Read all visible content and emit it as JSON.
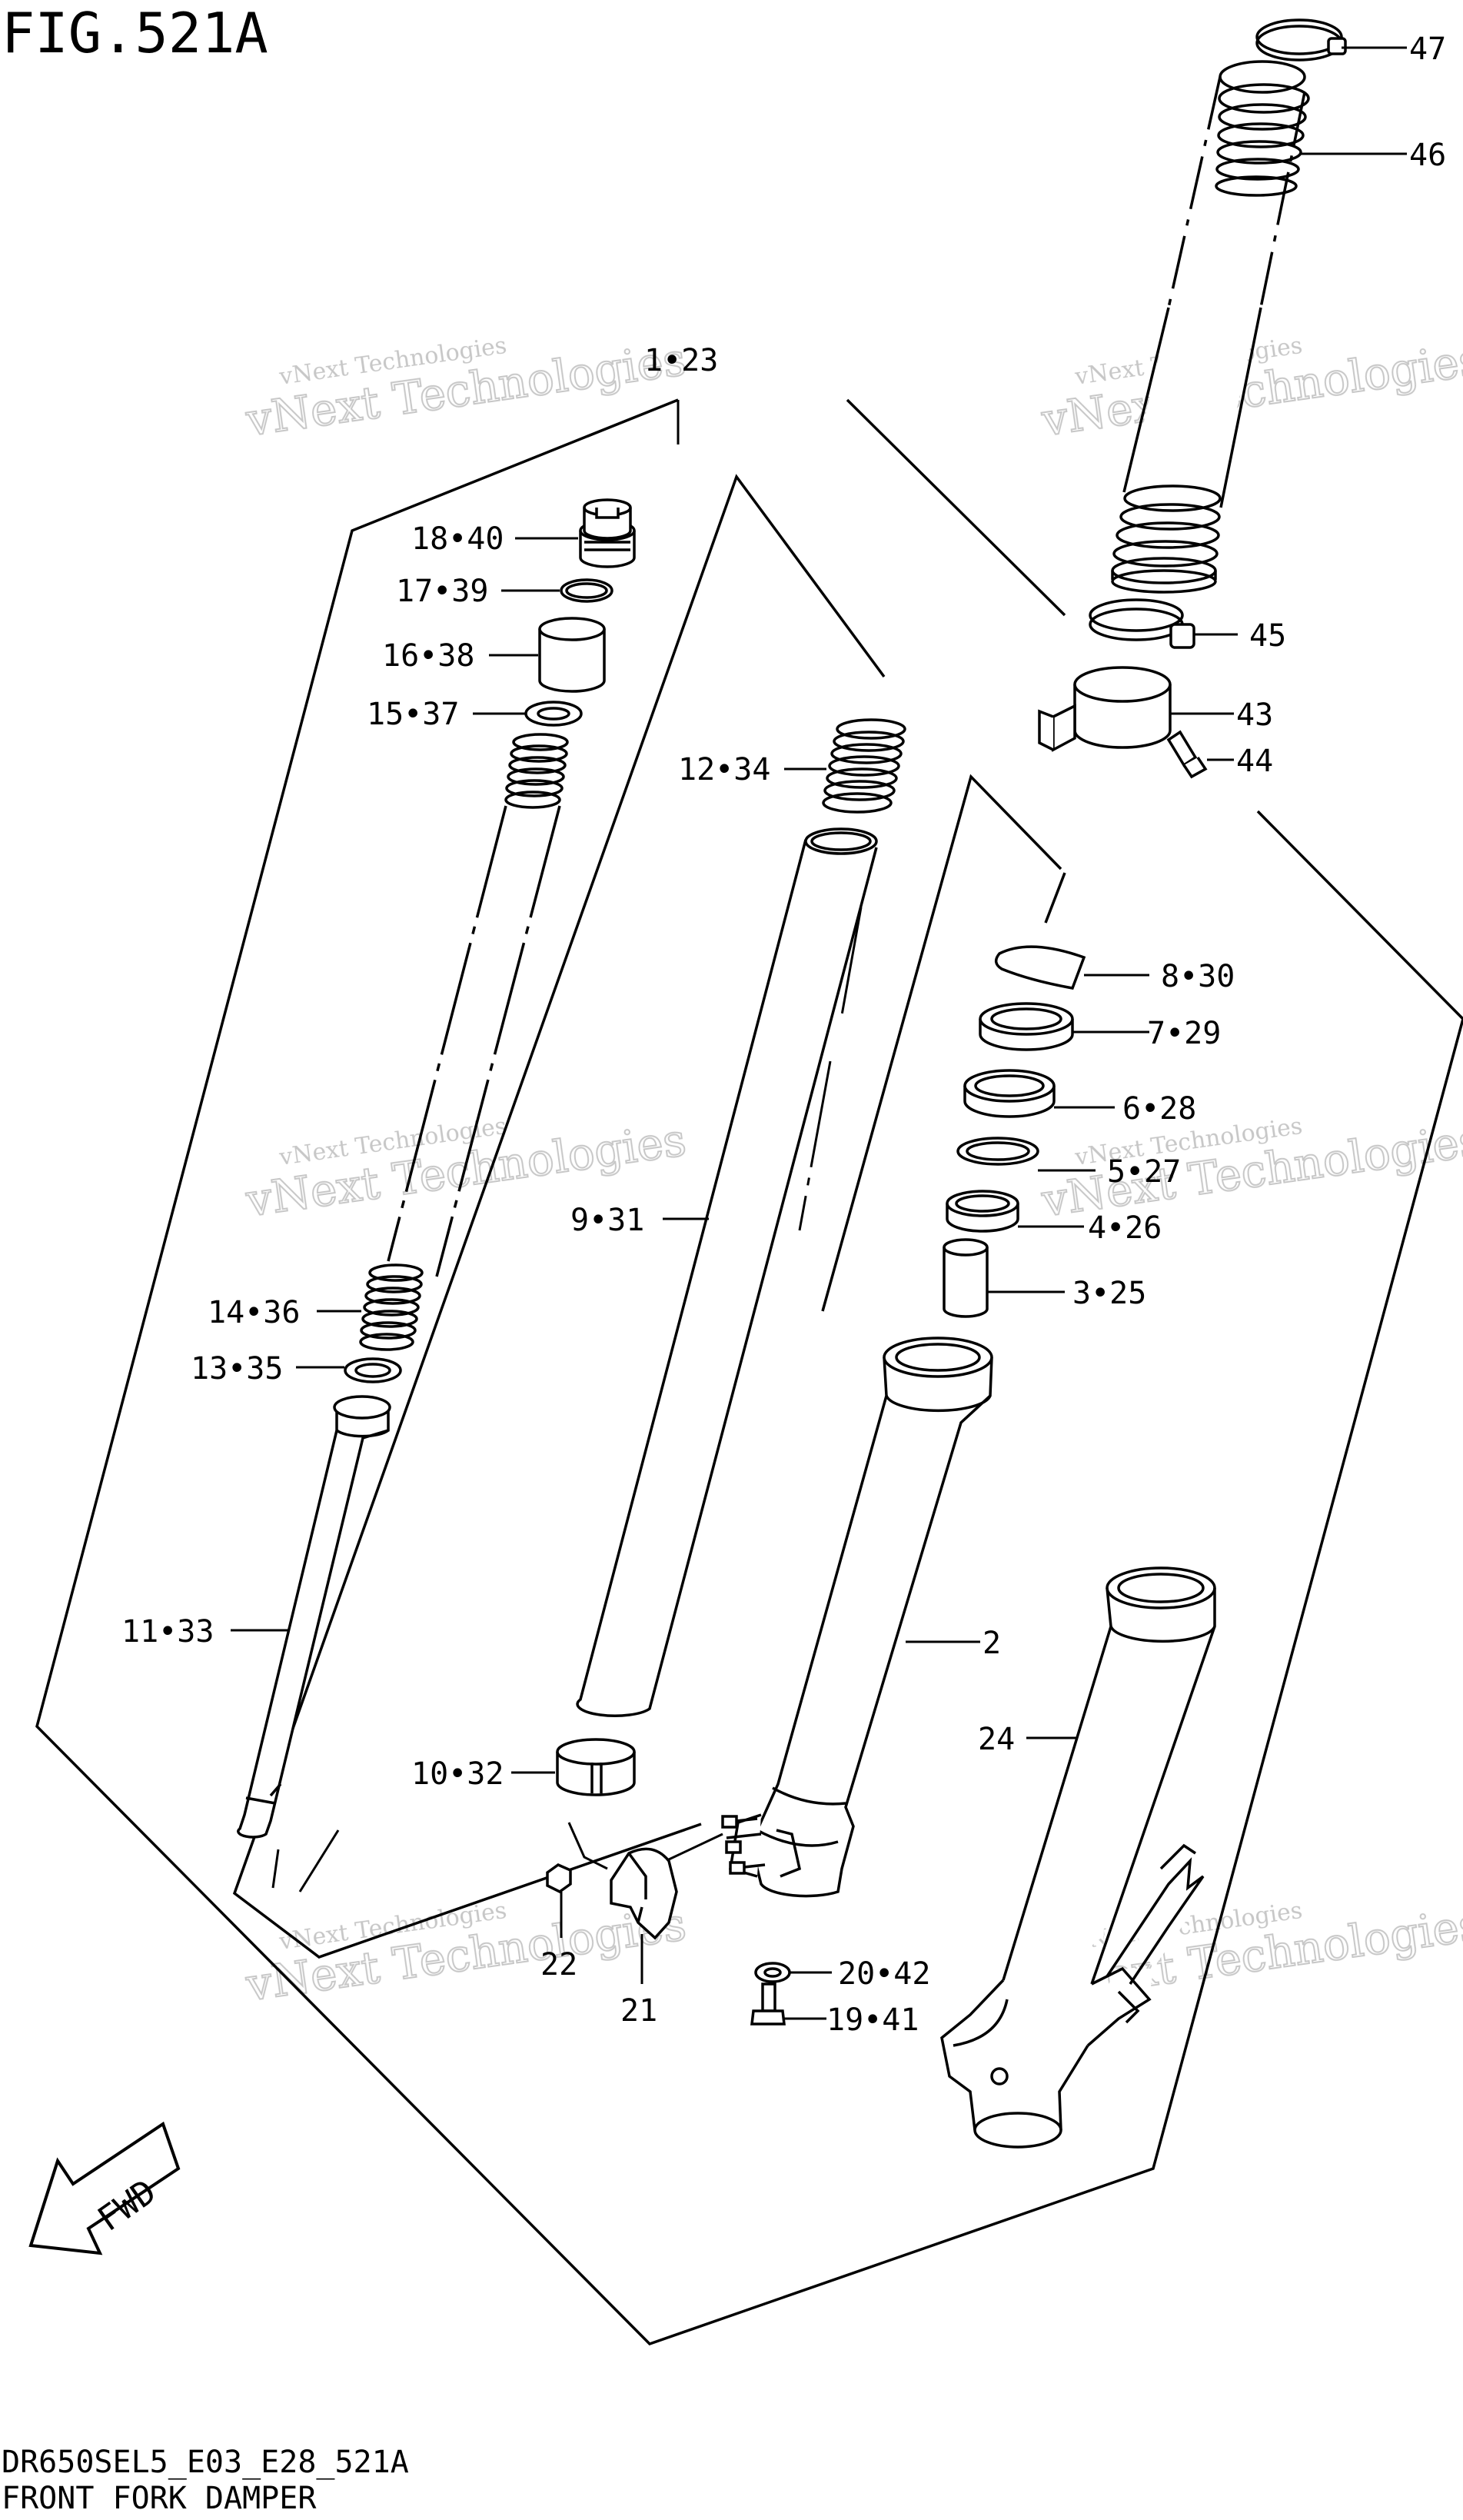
{
  "figure_title": "FIG.521A",
  "footer": {
    "code": "DR650SEL5_E03_E28_521A",
    "name": "FRONT FORK DAMPER"
  },
  "fwd_label": "FWD",
  "watermark": {
    "small": "vNext Technologies",
    "big": "vNext Technologies"
  },
  "callouts": [
    {
      "id": "c47",
      "label": "47"
    },
    {
      "id": "c46",
      "label": "46"
    },
    {
      "id": "c1_23",
      "label": "1•23"
    },
    {
      "id": "c18_40",
      "label": "18•40"
    },
    {
      "id": "c17_39",
      "label": "17•39"
    },
    {
      "id": "c16_38",
      "label": "16•38"
    },
    {
      "id": "c15_37",
      "label": "15•37"
    },
    {
      "id": "c12_34",
      "label": "12•34"
    },
    {
      "id": "c45",
      "label": "45"
    },
    {
      "id": "c43",
      "label": "43"
    },
    {
      "id": "c44",
      "label": "44"
    },
    {
      "id": "c8_30",
      "label": "8•30"
    },
    {
      "id": "c7_29",
      "label": "7•29"
    },
    {
      "id": "c6_28",
      "label": "6•28"
    },
    {
      "id": "c5_27",
      "label": "5•27"
    },
    {
      "id": "c4_26",
      "label": "4•26"
    },
    {
      "id": "c3_25",
      "label": "3•25"
    },
    {
      "id": "c9_31",
      "label": "9•31"
    },
    {
      "id": "c14_36",
      "label": "14•36"
    },
    {
      "id": "c13_35",
      "label": "13•35"
    },
    {
      "id": "c11_33",
      "label": "11•33"
    },
    {
      "id": "c2",
      "label": "2"
    },
    {
      "id": "c24",
      "label": "24"
    },
    {
      "id": "c10_32",
      "label": "10•32"
    },
    {
      "id": "c22",
      "label": "22"
    },
    {
      "id": "c21",
      "label": "21"
    },
    {
      "id": "c20_42",
      "label": "20•42"
    },
    {
      "id": "c19_41",
      "label": "19•41"
    }
  ]
}
